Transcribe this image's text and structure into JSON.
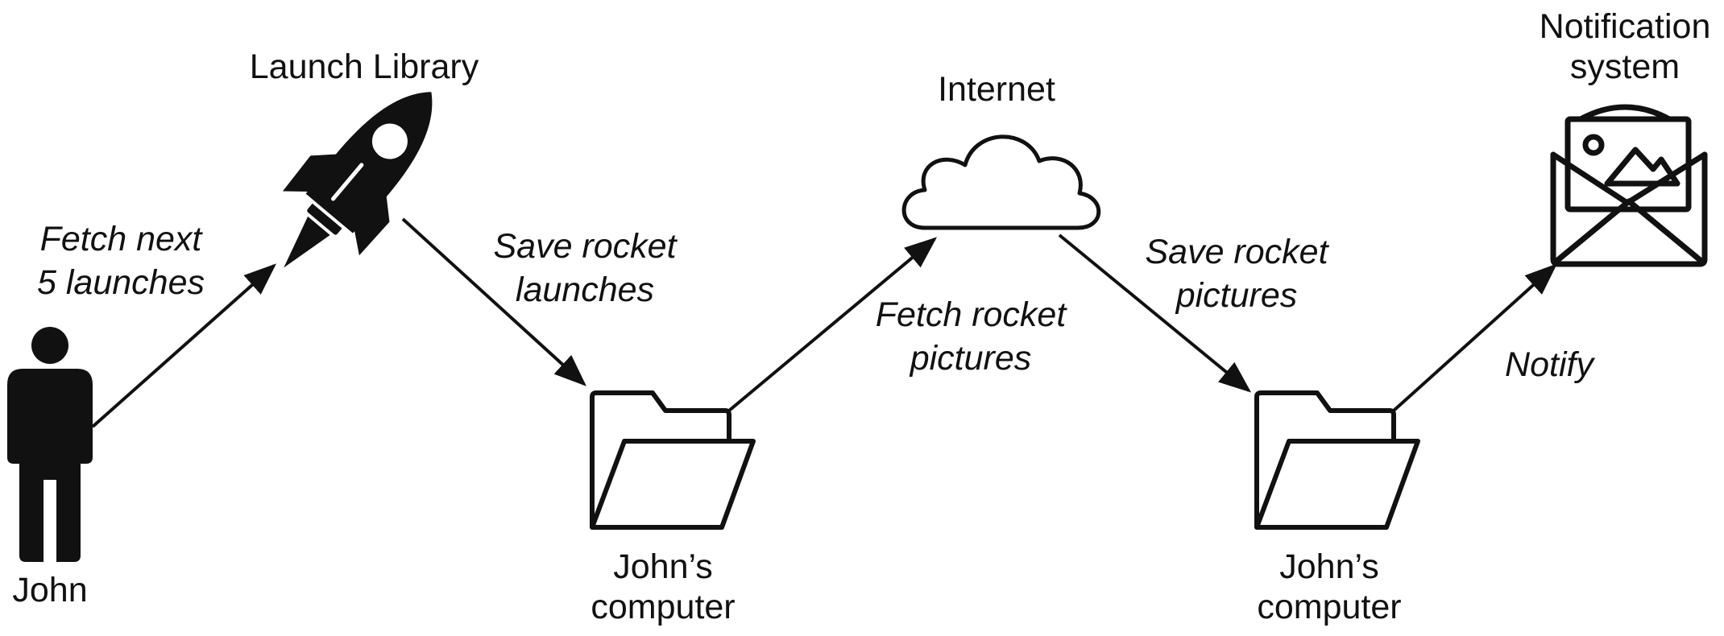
{
  "nodes": {
    "john": {
      "label": "John"
    },
    "launch_library": {
      "label": "Launch Library"
    },
    "computer_1": {
      "label_line1": "John’s",
      "label_line2": "computer"
    },
    "internet": {
      "label": "Internet"
    },
    "computer_2": {
      "label_line1": "John’s",
      "label_line2": "computer"
    },
    "notification": {
      "label_line1": "Notification",
      "label_line2": "system"
    }
  },
  "edges": {
    "fetch_launches": {
      "line1": "Fetch next",
      "line2": "5 launches"
    },
    "save_launches": {
      "line1": "Save rocket",
      "line2": "launches"
    },
    "fetch_pictures": {
      "line1": "Fetch rocket",
      "line2": "pictures"
    },
    "save_pictures": {
      "line1": "Save rocket",
      "line2": "pictures"
    },
    "notify": {
      "label": "Notify"
    }
  },
  "icons": {
    "person": "person-icon",
    "rocket": "rocket-icon",
    "folder": "folder-icon",
    "cloud": "cloud-icon",
    "mail": "mail-icon"
  },
  "colors": {
    "stroke": "#111111",
    "background": "#ffffff"
  }
}
